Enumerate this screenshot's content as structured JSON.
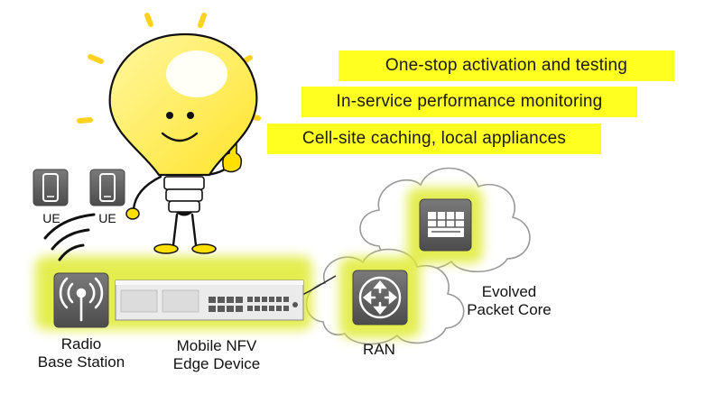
{
  "banners": [
    "One-stop activation and testing",
    "In-service performance monitoring",
    "Cell-site caching, local appliances"
  ],
  "devices": {
    "ue_1": "UE",
    "ue_2": "UE",
    "radio_line1": "Radio",
    "radio_line2": "Base Station",
    "nfv_line1": "Mobile NFV",
    "nfv_line2": "Edge Device",
    "ran": "RAN",
    "epc_line1": "Evolved",
    "epc_line2": "Packet Core"
  },
  "colors": {
    "banner": "#ffff20",
    "glow": "#e4ef3a",
    "bulb": "#ffef5a",
    "icon_tile": "#5f5f5f"
  },
  "icons": [
    "lightbulb-mascot",
    "phone-icon",
    "wifi-waves-icon",
    "radio-tower-icon",
    "router-icon",
    "grid-table-icon",
    "cloud-icon"
  ]
}
